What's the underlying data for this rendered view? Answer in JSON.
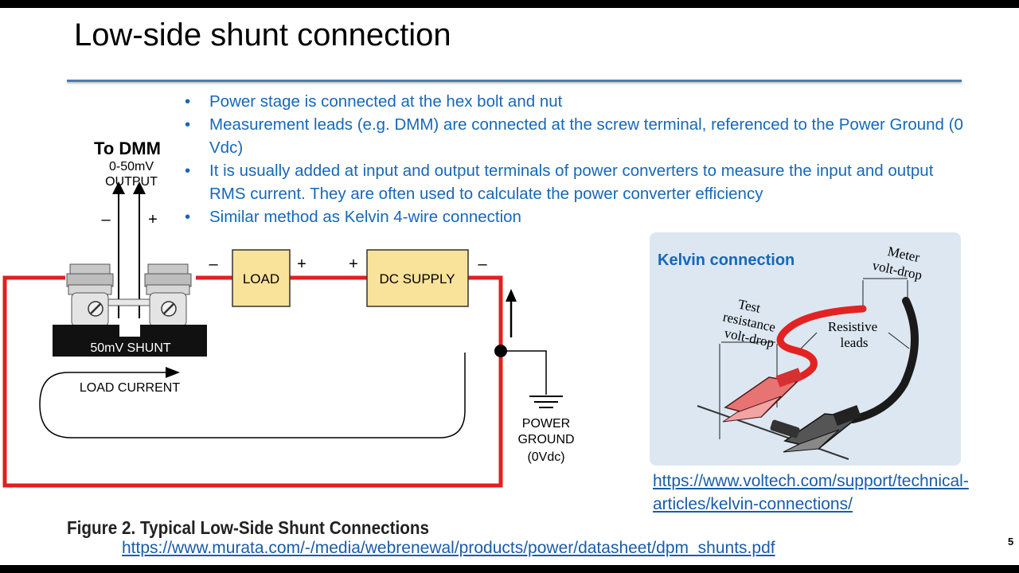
{
  "slide": {
    "title": "Low-side shunt connection",
    "page_number": "5"
  },
  "bullets": [
    "Power stage is connected at the hex bolt and nut",
    "Measurement leads (e.g. DMM) are connected at the screw terminal, referenced to the Power Ground (0 Vdc)",
    "It is usually added at input and output terminals of power converters to measure the input and output RMS current. They are often used to calculate the power converter efficiency",
    "Similar method as Kelvin 4-wire connection"
  ],
  "figure": {
    "to_dmm": "To DMM",
    "output_range": "0-50mV",
    "output_label": "OUTPUT",
    "minus": "–",
    "plus": "+",
    "load": "LOAD",
    "dc_supply": "DC SUPPLY",
    "shunt": "50mV SHUNT",
    "load_current": "LOAD CURRENT",
    "power_ground": [
      "POWER",
      "GROUND",
      "(0Vdc)"
    ],
    "caption": "Figure 2. Typical Low-Side Shunt Connections",
    "source_link": "https://www.murata.com/-/media/webrenewal/products/power/datasheet/dpm_shunts.pdf"
  },
  "kelvin": {
    "title": "Kelvin connection",
    "meter": [
      "Meter",
      "volt-drop"
    ],
    "test": [
      "Test",
      "resistance",
      "volt-drop"
    ],
    "resistive": [
      "Resistive",
      "leads"
    ],
    "link": "https://www.voltech.com/support/technical-articles/kelvin-connections/"
  },
  "colors": {
    "accent_blue": "#1668b8",
    "wire_red": "#e02020",
    "box_yellow": "#f9e29a",
    "kelvin_bg": "#dce7f1"
  }
}
